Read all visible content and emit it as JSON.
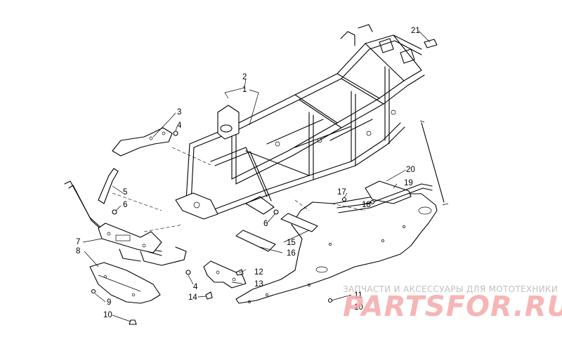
{
  "callouts": {
    "c1": "1",
    "c2": "2",
    "c3": "3",
    "c4a": "4",
    "c4b": "4",
    "c5": "5",
    "c6a": "6",
    "c6b": "6",
    "c7": "7",
    "c8": "8",
    "c9": "9",
    "c10a": "10",
    "c10b": "10",
    "c11": "11",
    "c12": "12",
    "c13": "13",
    "c14": "14",
    "c15": "15",
    "c16": "16",
    "c17": "17",
    "c18": "18",
    "c19": "19",
    "c20": "20",
    "c21": "21"
  },
  "watermark": {
    "caption": "ЗАПЧАСТИ И АКСЕССУАРЫ ДЛЯ МОТОТЕХНИКИ",
    "brand": "PARTSFOR.RU"
  },
  "colors": {
    "line": "#000000",
    "background": "#ffffff",
    "brand": "#f6a9a9",
    "caption": "#c0c0c0"
  }
}
